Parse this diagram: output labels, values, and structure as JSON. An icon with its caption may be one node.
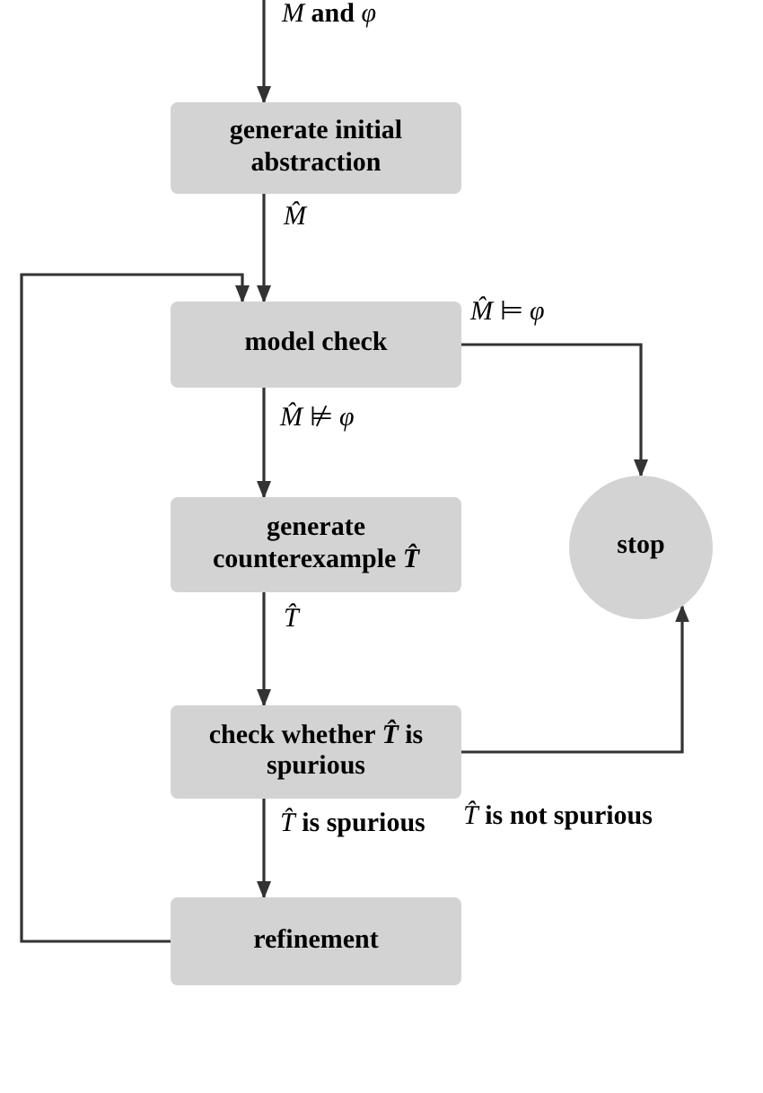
{
  "diagram": {
    "nodes": [
      {
        "text": [
          "generate initial abstraction"
        ]
      },
      {
        "text": [
          "model check"
        ]
      },
      {
        "text": [
          "generate counterexample *T̂*"
        ]
      },
      {
        "text": [
          "check whether *T̂* is spurious"
        ]
      },
      {
        "text": [
          "refinement"
        ]
      },
      {
        "text": [
          "stop"
        ]
      }
    ],
    "edges": [
      {
        "from": null,
        "to": 0,
        "arrow": "to",
        "label": "*M* **and** *φ*"
      },
      {
        "from": 0,
        "to": 1,
        "arrow": "to",
        "label": "*M̂*"
      },
      {
        "from": 1,
        "to": 2,
        "arrow": "to",
        "label": "*M̂* ⊭ *φ*"
      },
      {
        "from": 2,
        "to": 3,
        "arrow": "to",
        "label": "*T̂*"
      },
      {
        "from": 3,
        "to": 4,
        "arrow": "to",
        "label": "*T̂* **is spurious**"
      },
      {
        "from": 4,
        "to": 1,
        "arrow": "to"
      },
      {
        "from": 1,
        "to": 5,
        "arrow": "to",
        "label": "*M̂* ⊨ *φ*"
      },
      {
        "from": 3,
        "to": 5,
        "arrow": "to",
        "label": "*T̂* **is not spurious**"
      }
    ]
  }
}
